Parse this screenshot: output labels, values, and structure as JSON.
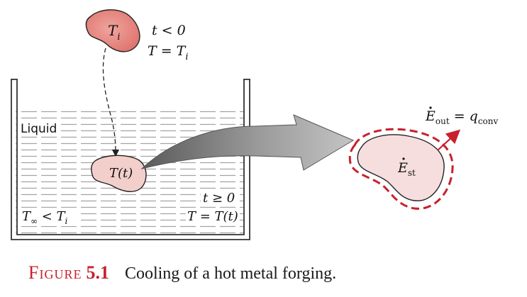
{
  "colors": {
    "forging_hot": "#e8827c",
    "forging_warm": "#f3c9c4",
    "forging_body": "#f6dede",
    "boundary_red": "#c8202c",
    "arrow_gray": "#8e8e8e",
    "liquid_line": "#9c9c9c",
    "tank_wall": "#333333",
    "caption_red": "#c8202c"
  },
  "initial_state": {
    "body_label_T": "T",
    "body_label_sub": "i",
    "time_cond": "t < 0",
    "temp_cond_T": "T = T",
    "temp_cond_sub": "i"
  },
  "tank": {
    "liquid_label": "Liquid",
    "forging_label": "T(t)",
    "time_cond": "t ≥ 0",
    "temp_cond": "T = T(t)",
    "ambient_T": "T",
    "ambient_sub": "∞",
    "ambient_rel": " < T",
    "ambient_sub2": "i"
  },
  "control_volume": {
    "stored_E": "E",
    "stored_sub": "st",
    "out_E": "E",
    "out_sub": "out",
    "equals": " = q",
    "q_sub": "conv"
  },
  "caption": {
    "label": "Figure",
    "number": "5.1",
    "text": "Cooling of a hot metal forging."
  },
  "icons": {
    "transfer_arrow": "curved-arrow-icon",
    "drop_path": "dashed-arrow-icon",
    "heat_out": "heat-flux-arrow-icon"
  }
}
